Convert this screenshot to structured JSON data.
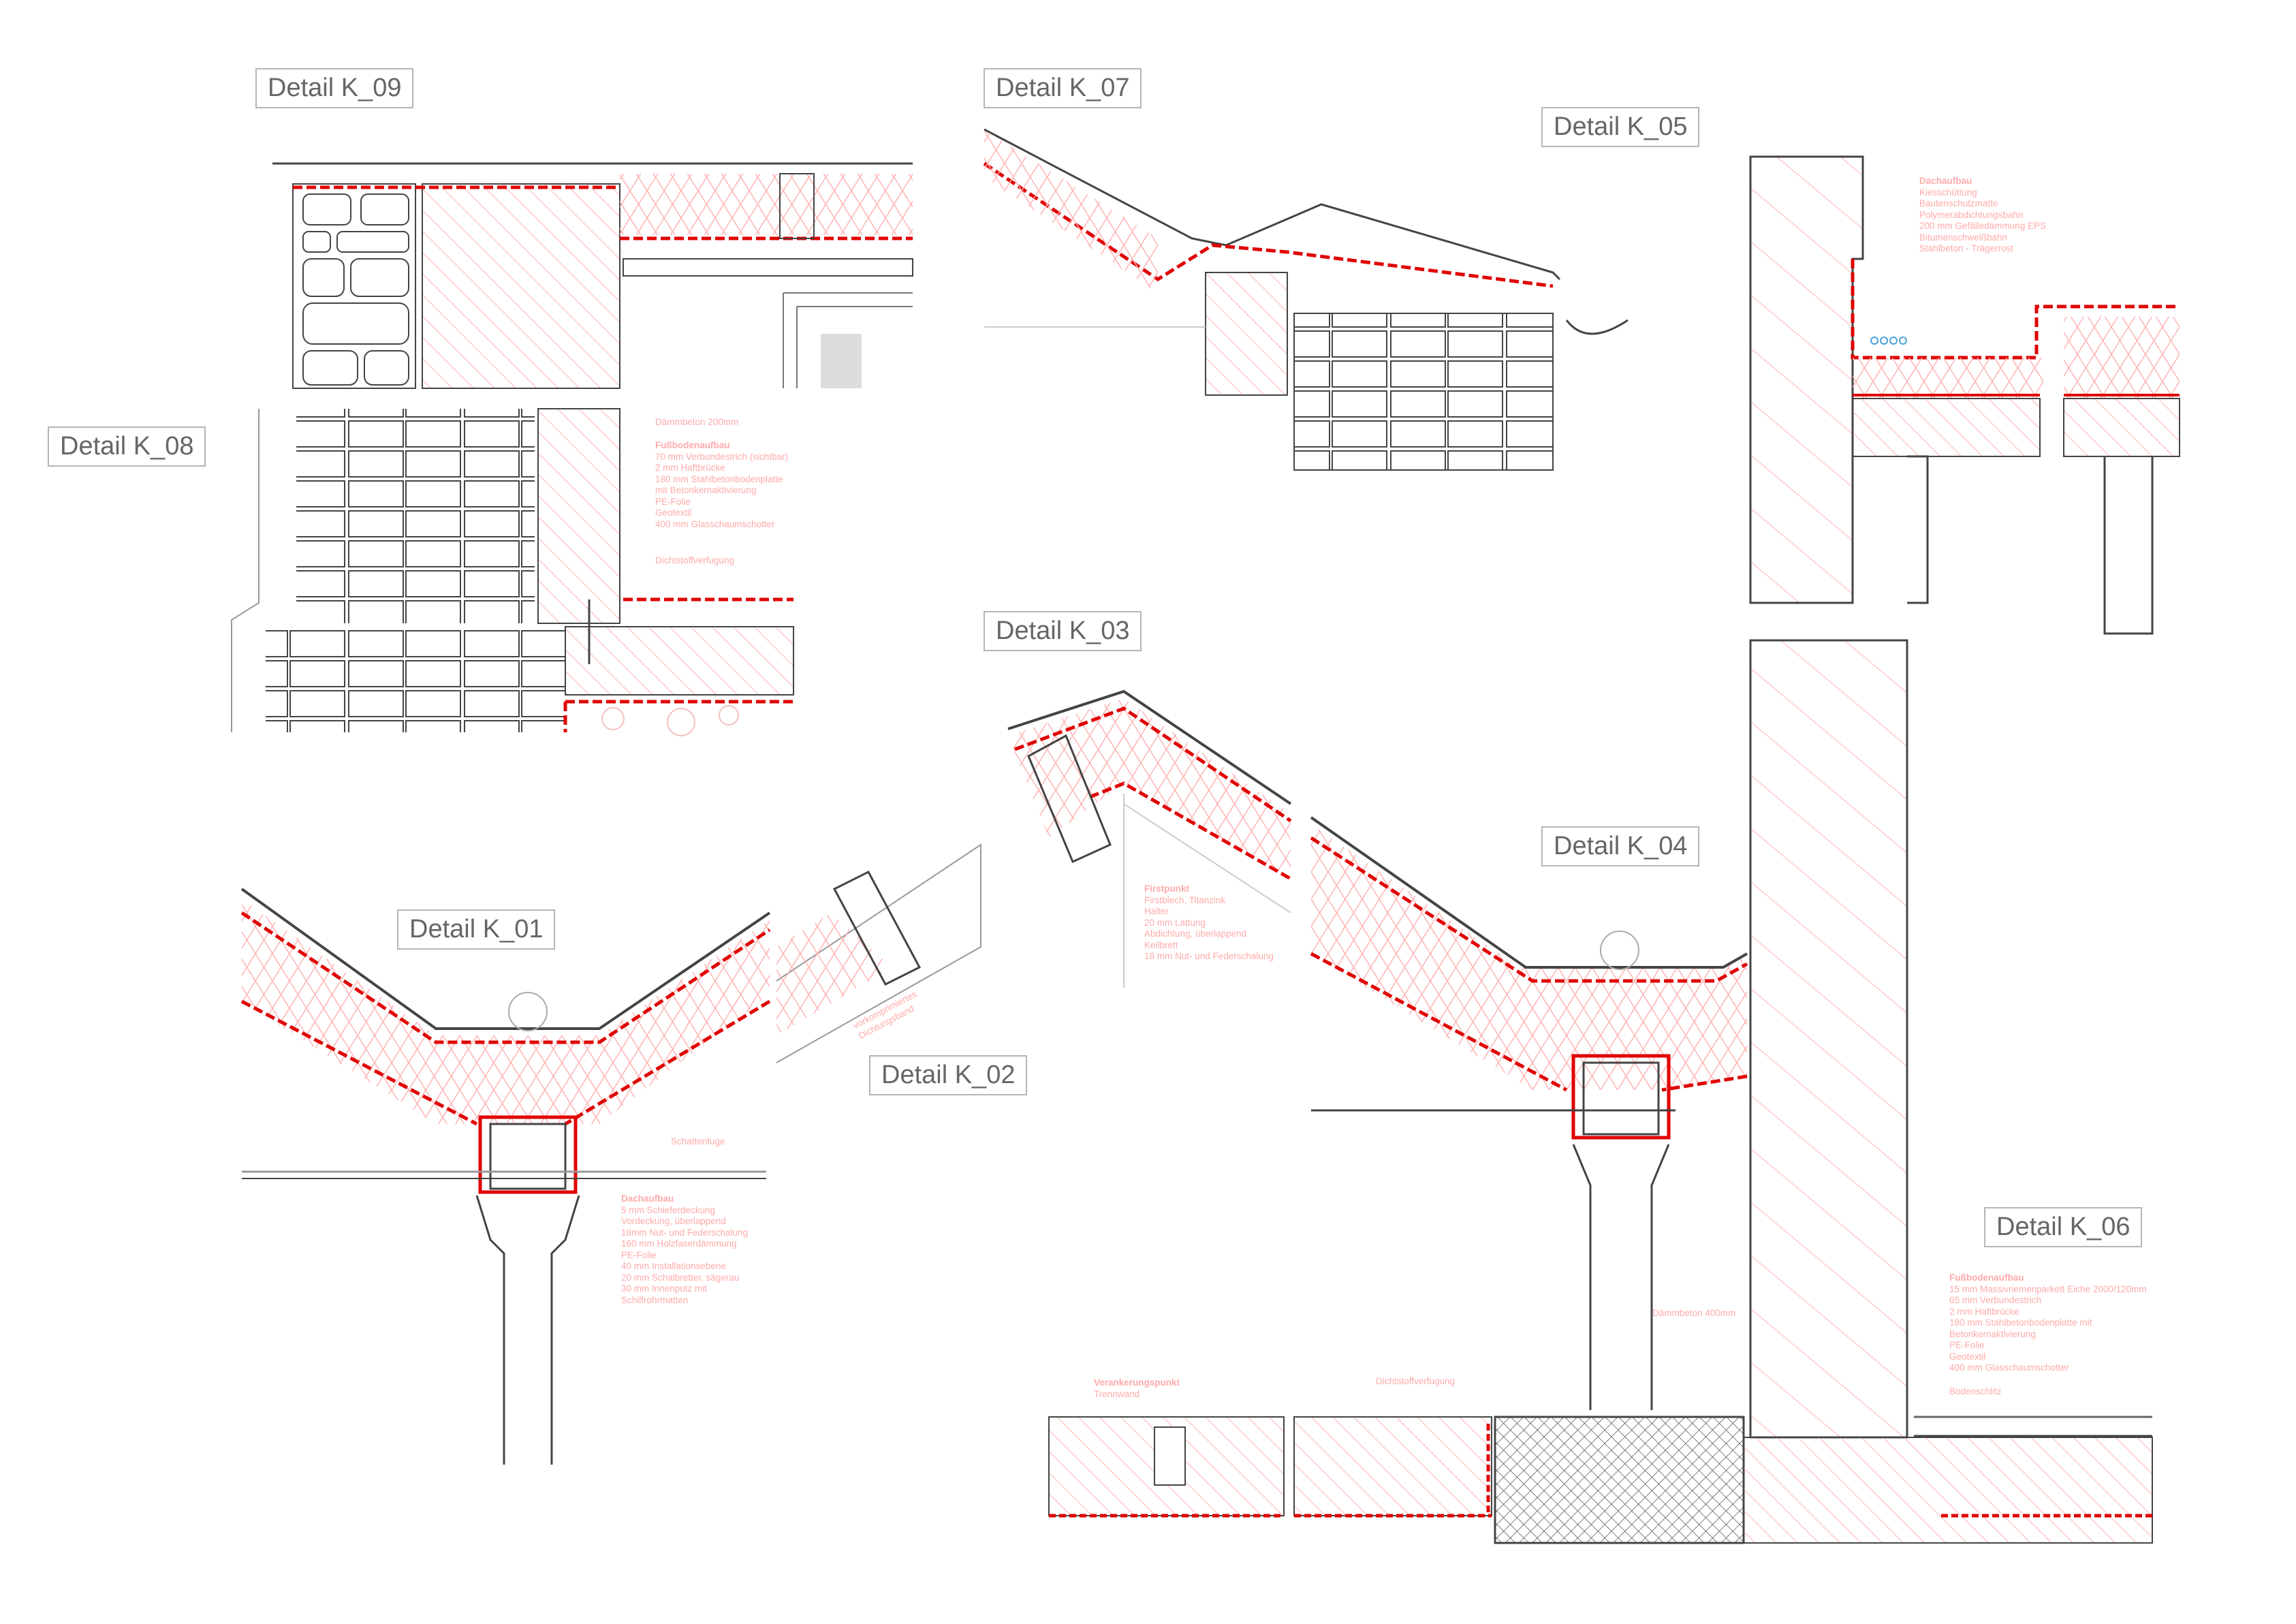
{
  "details": {
    "k09": "Detail K_09",
    "k07": "Detail K_07",
    "k05": "Detail K_05",
    "k08": "Detail K_08",
    "k03": "Detail K_03",
    "k04": "Detail K_04",
    "k01": "Detail K_01",
    "k02": "Detail K_02",
    "k06": "Detail K_06"
  },
  "notes": {
    "k05_roof": [
      "Dachaufbau",
      "Kiesschüttung",
      "Bautenschutzmatte",
      "Polymerabdichtungsbahn",
      "200 mm Gefälledämmung EPS",
      "Bitumenschweißbahn",
      "Stahlbeton - Trägerrost"
    ],
    "k08_daemm": "Dämmbeton 200mm",
    "k08_floor": [
      "Fußbodenaufbau",
      "70 mm Verbundestrich (sichtbar)",
      "2 mm Haftbrücke",
      "180 mm Stahlbetonbodenplatte",
      "mit Betonkernaktivierung",
      "PE-Folie",
      "Geotextil",
      "400 mm Glasschaumschotter"
    ],
    "k08_joint": "Dichtstoffverfugung",
    "k03_ridge": [
      "Firstpunkt",
      "Firstblech, Titanzink",
      "Halter",
      "20 mm Lattung",
      "Abdichtung, überlappend",
      "Keilbrett",
      "18 mm Nut- und Federschalung"
    ],
    "k02_band": [
      "vorkomprimiertes",
      "Dichtungsband"
    ],
    "k01_shadow": "Schattenfuge",
    "k01_roof": [
      "Dachaufbau",
      "5 mm Schieferdeckung",
      "Vordeckung, überlappend",
      "18mm Nut- und Federschalung",
      "160 mm Holzfaserdämmung",
      "PE-Folie",
      "40 mm Installationsebene",
      "20 mm Schalbretter, sägerau",
      "30 mm Innenputz mit",
      "Schilfrohrmatten"
    ],
    "k04_daemm": "Dämmbeton 400mm",
    "floor_anchor": [
      "Verankerungspunkt",
      "Trennwand"
    ],
    "floor_joint": "Dichtstoffverfugung",
    "k06_floor": [
      "Fußbodenaufbau",
      "15 mm Massivriemenparkett Eiche 2000/120mm",
      "65 mm Verbundestrich",
      "2 mm Haftbrücke",
      "180 mm Stahlbetonbodenplatte mit",
      "Betonkernaktivierung",
      "PE-Folie",
      "Geotextil",
      "400 mm Glasschaumschotter"
    ],
    "k06_slot": "Bodenschlitz"
  },
  "colors": {
    "accent": "#e00000",
    "hatch": "#ffb3b3",
    "line": "#333333",
    "label_border": "#b5b5b5"
  }
}
